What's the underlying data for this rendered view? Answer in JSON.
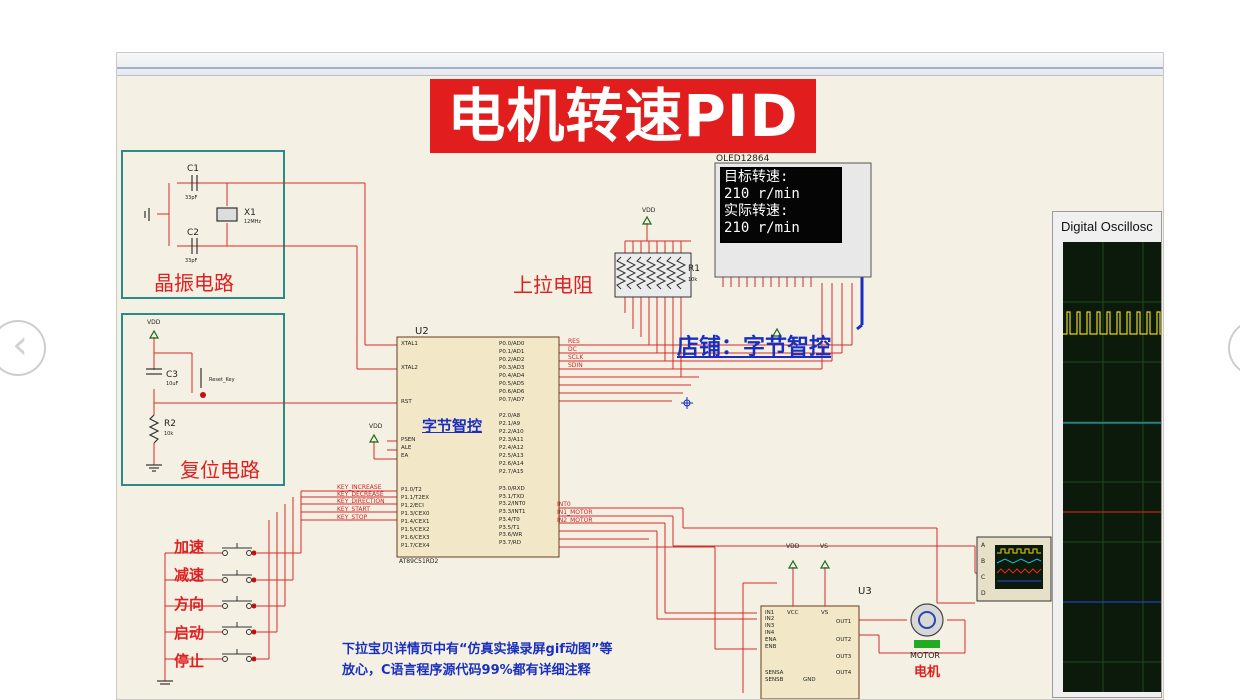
{
  "title": "电机转速PID",
  "sections": {
    "crystal": "晶振电路",
    "reset": "复位电路",
    "pullup": "上拉电阻"
  },
  "oled": {
    "part": "OLED12864",
    "lines": [
      "目标转速:",
      "210 r/min",
      "实际转速:",
      "210 r/min"
    ]
  },
  "shop_label": "店铺：字节智控",
  "mcu": {
    "ref": "U2",
    "brand": "字节智控",
    "part": "AT89C51RD2",
    "left_pins": [
      "XTAL1",
      "XTAL2",
      "RST",
      "PSEN",
      "ALE",
      "EA",
      "P1.0/T2",
      "P1.1/T2EX",
      "P1.2/ECI",
      "P1.3/CEX0",
      "P1.4/CEX1",
      "P1.5/CEX2",
      "P1.6/CEX3",
      "P1.7/CEX4"
    ],
    "right_pins": [
      "P0.0/AD0",
      "P0.1/AD1",
      "P0.2/AD2",
      "P0.3/AD3",
      "P0.4/AD4",
      "P0.5/AD5",
      "P0.6/AD6",
      "P0.7/AD7",
      "P2.0/A8",
      "P2.1/A9",
      "P2.2/A10",
      "P2.3/A11",
      "P2.4/A12",
      "P2.5/A13",
      "P2.6/A14",
      "P2.7/A15",
      "P3.0/RXD",
      "P3.1/TXD",
      "P3.2/INT0",
      "P3.3/INT1",
      "P3.4/T0",
      "P3.5/T1",
      "P3.6/WR",
      "P3.7/RD"
    ]
  },
  "components": {
    "c1": "C1",
    "c1_val": "33pF",
    "c2": "C2",
    "c2_val": "33pF",
    "x1": "X1",
    "x1_val": "12MHz",
    "c3": "C3",
    "c3_val": "10uF",
    "r2": "R2",
    "r2_val": "10k",
    "r1": "R1",
    "r1_val": "10k",
    "reset_key": "Reset_Key",
    "vdd": "VDD",
    "vs": "VS",
    "u3": "U3",
    "motor": "MOTOR"
  },
  "nets": {
    "oled": [
      "RES",
      "DC",
      "SCLK",
      "SDIN"
    ],
    "keys": [
      "KEY_INCREASE",
      "KEY_DECREASE",
      "KEY_DIRECTION",
      "KEY_START",
      "KEY_STOP"
    ],
    "p3": [
      "INT0",
      "IN1_MOTOR",
      "IN2_MOTOR"
    ]
  },
  "buttons": [
    "加速",
    "减速",
    "方向",
    "启动",
    "停止"
  ],
  "notes": [
    "下拉宝贝详情页中有“仿真实操录屏gif动图”等",
    "放心，C语言程序源代码99%都有详细注释"
  ],
  "motor_label": "电机",
  "driver_pins": {
    "left": [
      "IN1",
      "IN2",
      "IN3",
      "IN4",
      "ENA",
      "ENB",
      "SENSA",
      "SENSB"
    ],
    "right": [
      "OUT1",
      "OUT2",
      "OUT3",
      "OUT4"
    ],
    "top": [
      "VCC",
      "VS"
    ],
    "bottom": "GND"
  },
  "scope_channels": [
    "A",
    "B",
    "C",
    "D"
  ],
  "oscilloscope_title": "Digital Oscillosc"
}
